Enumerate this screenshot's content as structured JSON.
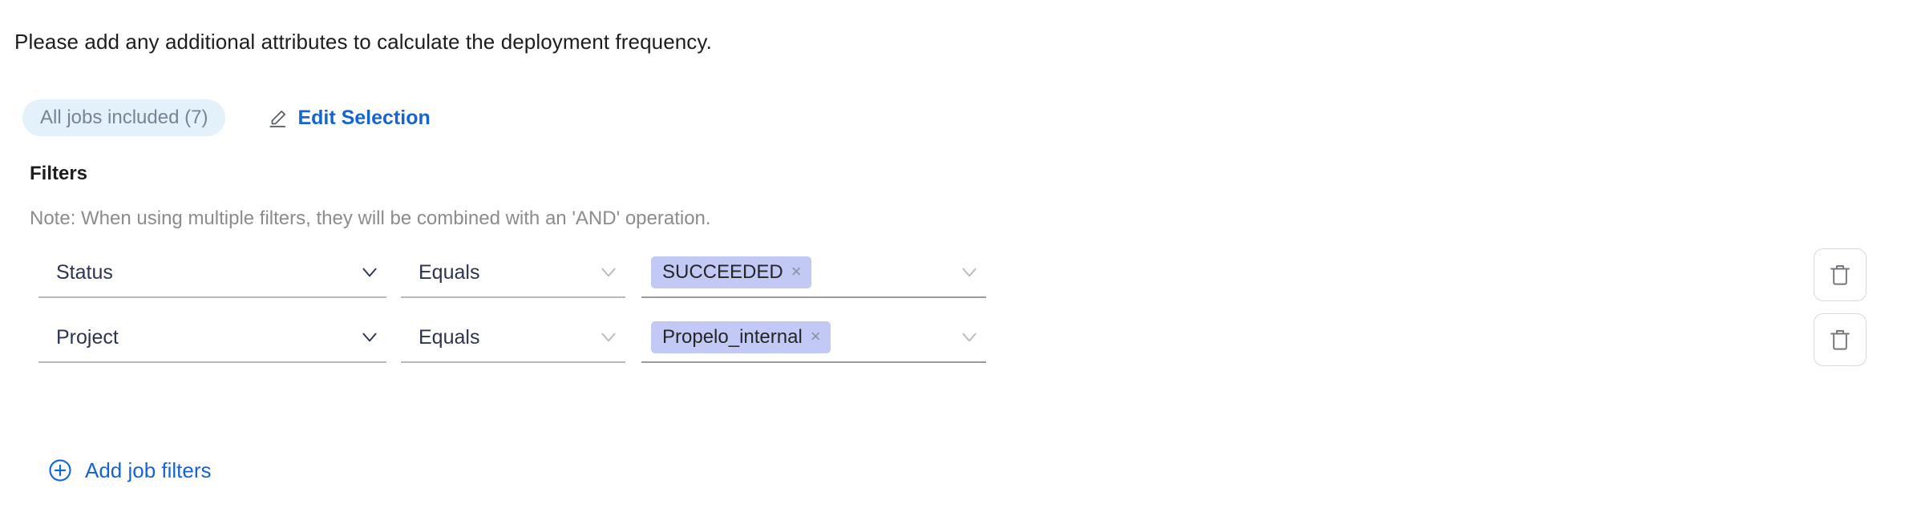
{
  "intro": {
    "text": "Please add any additional attributes to calculate the deployment frequency."
  },
  "selection": {
    "chip_label": "All jobs included (7)",
    "edit_label": "Edit Selection",
    "pencil_icon": "pencil-icon",
    "chip_bg": "#e3f1fb",
    "link_color": "#1464d6"
  },
  "filters": {
    "title": "Filters",
    "note": "Note: When using multiple filters, they will be combined with an 'AND' operation.",
    "rows": [
      {
        "attribute": "Status",
        "operator": "Equals",
        "values": [
          {
            "label": "SUCCEEDED",
            "remove_icon": "×"
          }
        ],
        "delete_icon": "trash-icon"
      },
      {
        "attribute": "Project",
        "operator": "Equals",
        "values": [
          {
            "label": "Propelo_internal",
            "remove_icon": "×"
          }
        ],
        "delete_icon": "trash-icon"
      }
    ],
    "tag_bg": "#c2c9f5",
    "add_label": "Add job filters",
    "add_icon": "plus-circle-icon"
  }
}
